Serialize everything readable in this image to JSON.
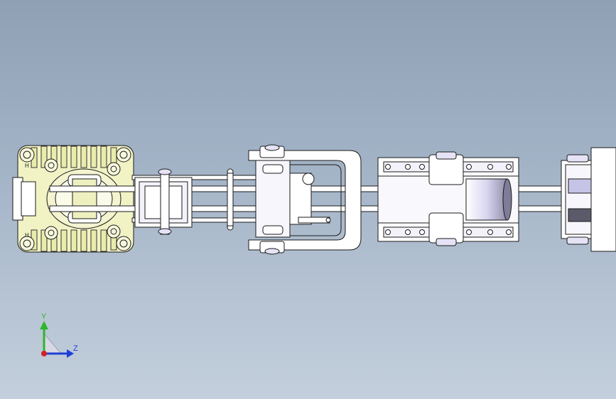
{
  "viewport": {
    "background_top": "#8fa0b5",
    "background_bottom": "#c3cfdc"
  },
  "triad": {
    "y_label": "Y",
    "z_label": "Z",
    "y_color": "#2db52d",
    "z_color": "#1f3fd6",
    "x_color": "#d42020"
  },
  "model": {
    "part_fill": "#ffffff",
    "housing_fill": "#f1f3c4",
    "accent_fill": "#e6e3f7",
    "dark_fill": "#5a5a6a",
    "edge_color": "#1a1a1a"
  },
  "housing": {
    "markings": [
      "H",
      "H"
    ]
  }
}
